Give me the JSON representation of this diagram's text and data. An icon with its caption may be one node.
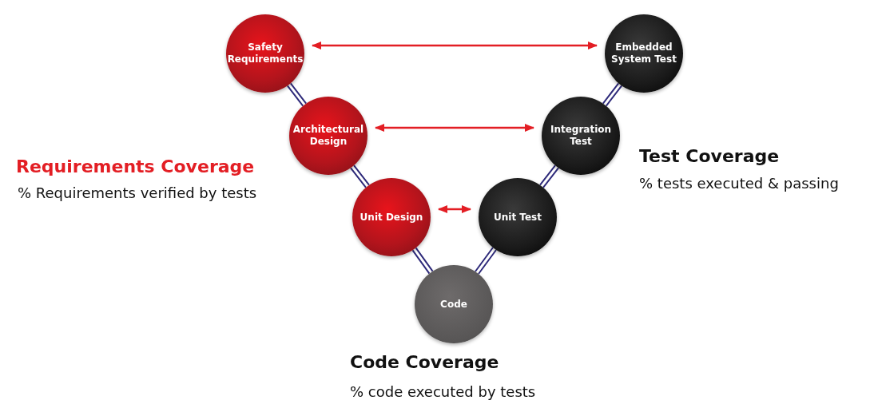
{
  "diagram": {
    "nodes": [
      {
        "text": [
          "Safety Requirements"
        ]
      },
      {
        "text": [
          "Architectural Design"
        ]
      },
      {
        "text": [
          "Unit Design"
        ]
      },
      {
        "text": [
          "Code"
        ]
      },
      {
        "text": [
          "Unit Test"
        ]
      },
      {
        "text": [
          "Integration Test"
        ]
      },
      {
        "text": [
          "Embedded System Test"
        ]
      }
    ],
    "edges": [
      {
        "from": 0,
        "to": 1,
        "arrow": "none"
      },
      {
        "from": 1,
        "to": 2,
        "arrow": "none"
      },
      {
        "from": 2,
        "to": 3,
        "arrow": "none"
      },
      {
        "from": 3,
        "to": 4,
        "arrow": "none"
      },
      {
        "from": 4,
        "to": 5,
        "arrow": "none"
      },
      {
        "from": 5,
        "to": 6,
        "arrow": "none"
      },
      {
        "from": 0,
        "to": 6,
        "arrow": "both",
        "color": "#e31e24"
      },
      {
        "from": 1,
        "to": 5,
        "arrow": "both",
        "color": "#e31e24"
      },
      {
        "from": 2,
        "to": 4,
        "arrow": "both",
        "color": "#e31e24"
      }
    ],
    "labels": [
      "Requirements Coverage",
      "% Requirements verified by tests",
      "Test Coverage",
      "% tests executed & passing",
      "Code Coverage",
      "% code executed by tests"
    ]
  }
}
